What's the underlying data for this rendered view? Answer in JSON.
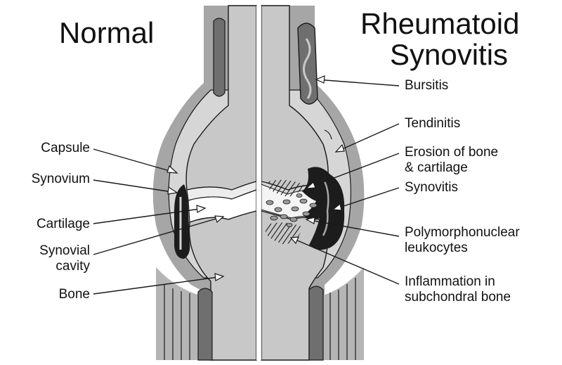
{
  "titles": {
    "normal": "Normal",
    "ra_line1": "Rheumatoid",
    "ra_line2": "Synovitis"
  },
  "left_labels": {
    "capsule": "Capsule",
    "synovium": "Synovium",
    "cartilage": "Cartilage",
    "synovial_cavity": "Synovial\ncavity",
    "bone": "Bone"
  },
  "right_labels": {
    "bursitis": "Bursitis",
    "tendinitis": "Tendinitis",
    "erosion": "Erosion of bone\n& cartilage",
    "synovitis": "Synovitis",
    "pmn": "Polymorphonuclear\nleukocytes",
    "inflammation": "Inflammation in\nsubchondral bone"
  },
  "colors": {
    "bone": "#c8c8c8",
    "soft_tissue": "#a6a6a6",
    "muscle": "#6f6f6f",
    "synovium_dark": "#1c1c1c",
    "outline": "#1a1a1a"
  }
}
